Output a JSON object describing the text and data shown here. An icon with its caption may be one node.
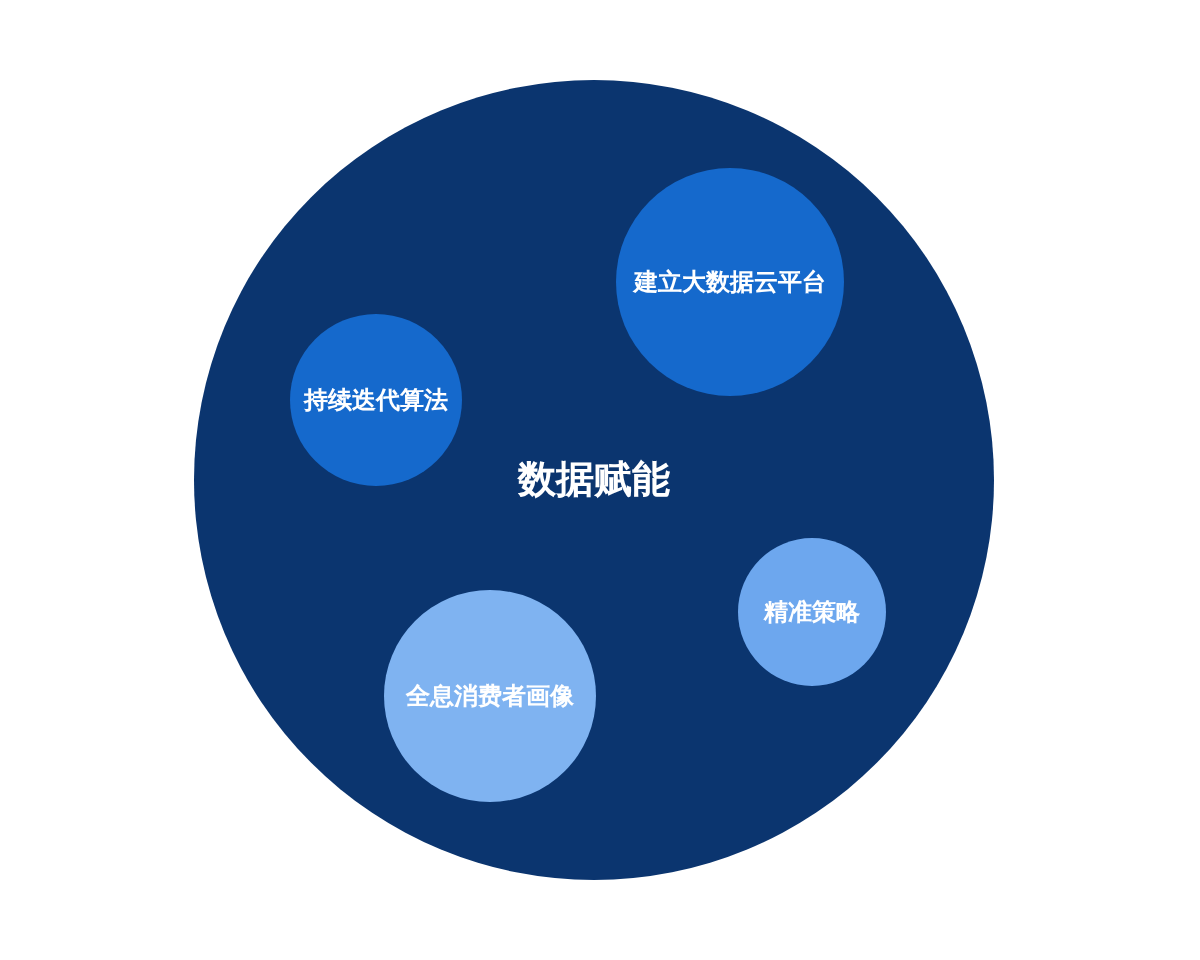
{
  "diagram": {
    "nodes": [
      {
        "text": [
          "数据赋能"
        ]
      },
      {
        "text": [
          "建立大数据云平台"
        ],
        "in": 0
      },
      {
        "text": [
          "持续迭代算法"
        ],
        "in": 0
      },
      {
        "text": [
          "精准策略"
        ],
        "in": 0
      },
      {
        "text": [
          "全息消费者画像"
        ],
        "in": 0
      }
    ]
  }
}
